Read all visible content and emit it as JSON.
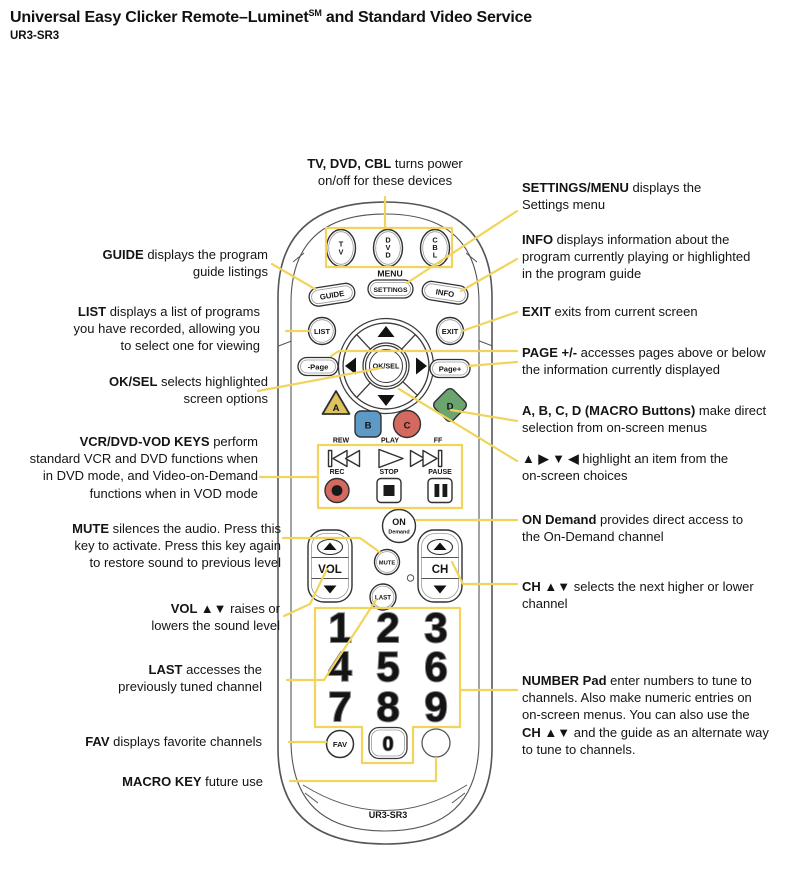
{
  "page": {
    "title_main": "Universal Easy Clicker Remote–Luminet",
    "title_sm": "SM",
    "title_rest": " and Standard Video Service",
    "subtitle": "UR3-SR3"
  },
  "colors": {
    "callout_line": "#F2D45C",
    "btn_a_yellow": "#DEC45F",
    "btn_b_blue": "#5E9AC6",
    "btn_c_red": "#D4695F",
    "btn_d_green": "#6BA46F"
  },
  "remote": {
    "model": "UR3-SR3",
    "menu_label": "MENU",
    "settings": "SETTINGS",
    "guide": "GUIDE",
    "info": "INFO",
    "list": "LIST",
    "exit": "EXIT",
    "page_minus": "-Page",
    "page_plus": "Page+",
    "ok_sel": "OK/SEL",
    "macro_a": "A",
    "macro_b": "B",
    "macro_c": "C",
    "macro_d": "D",
    "devices": [
      {
        "id": "tv",
        "letters": [
          "T",
          "V"
        ]
      },
      {
        "id": "dvd",
        "letters": [
          "D",
          "V",
          "D"
        ]
      },
      {
        "id": "cbl",
        "letters": [
          "C",
          "B",
          "L"
        ]
      }
    ],
    "vcr": {
      "rew": "REW",
      "play": "PLAY",
      "ff": "FF",
      "rec": "REC",
      "stop": "STOP",
      "pause": "PAUSE"
    },
    "on_demand_top": "ON",
    "on_demand_bottom": "Demand",
    "vol": "VOL",
    "ch": "CH",
    "mute": "MUTE",
    "last": "LAST",
    "fav": "FAV",
    "digits": [
      "1",
      "2",
      "3",
      "4",
      "5",
      "6",
      "7",
      "8",
      "9",
      "0"
    ]
  },
  "callouts": {
    "tvdvdcbl": {
      "segments": [
        {
          "b": true,
          "t": "TV, DVD, CBL"
        },
        {
          "b": false,
          "t": " turns power\non/off for these devices"
        }
      ]
    },
    "settings": {
      "segments": [
        {
          "b": true,
          "t": "SETTINGS/MENU"
        },
        {
          "b": false,
          "t": " displays the\nSettings menu"
        }
      ]
    },
    "info": {
      "segments": [
        {
          "b": true,
          "t": "INFO"
        },
        {
          "b": false,
          "t": " displays information about the\nprogram currently playing or highlighted\nin the program guide"
        }
      ]
    },
    "exit": {
      "segments": [
        {
          "b": true,
          "t": "EXIT"
        },
        {
          "b": false,
          "t": " exits from current screen"
        }
      ]
    },
    "page": {
      "segments": [
        {
          "b": true,
          "t": "PAGE +/-"
        },
        {
          "b": false,
          "t": " accesses pages above or below\nthe information currently displayed"
        }
      ]
    },
    "abcd": {
      "segments": [
        {
          "b": true,
          "t": "A, B, C, D (MACRO Buttons)"
        },
        {
          "b": false,
          "t": " make direct\nselection from on-screen menus"
        }
      ]
    },
    "arrows": {
      "segments": [
        {
          "b": true,
          "t": "▲ ▶ ▼ ◀"
        },
        {
          "b": false,
          "t": " highlight an item from the\non-screen choices"
        }
      ]
    },
    "ondemand": {
      "segments": [
        {
          "b": true,
          "t": "ON Demand"
        },
        {
          "b": false,
          "t": " provides direct access to\nthe On-Demand channel"
        }
      ]
    },
    "ch": {
      "segments": [
        {
          "b": true,
          "t": "CH ▲▼"
        },
        {
          "b": false,
          "t": " selects the next higher or lower\nchannel"
        }
      ]
    },
    "number": {
      "segments": [
        {
          "b": true,
          "t": "NUMBER Pad"
        },
        {
          "b": false,
          "t": " enter numbers to tune to\nchannels. Also make numeric entries on\non-screen menus. You can also use the\n"
        },
        {
          "b": true,
          "t": "CH ▲▼"
        },
        {
          "b": false,
          "t": " and the guide as an alternate way\nto tune to channels."
        }
      ]
    },
    "guide": {
      "segments": [
        {
          "b": true,
          "t": "GUIDE"
        },
        {
          "b": false,
          "t": " displays the program\nguide listings"
        }
      ]
    },
    "list": {
      "segments": [
        {
          "b": true,
          "t": "LIST"
        },
        {
          "b": false,
          "t": " displays a list of programs\nyou have recorded, allowing you\nto select one for viewing"
        }
      ]
    },
    "oksel": {
      "segments": [
        {
          "b": true,
          "t": "OK/SEL"
        },
        {
          "b": false,
          "t": " selects highlighted\nscreen options"
        }
      ]
    },
    "vcr": {
      "segments": [
        {
          "b": true,
          "t": "VCR/DVD-VOD KEYS"
        },
        {
          "b": false,
          "t": " perform\nstandard VCR and DVD functions when\nin DVD mode, and Video-on-Demand\nfunctions when in VOD mode"
        }
      ]
    },
    "mute": {
      "segments": [
        {
          "b": true,
          "t": "MUTE"
        },
        {
          "b": false,
          "t": " silences the audio. Press this\nkey to activate. Press this key again\nto restore sound to previous level"
        }
      ]
    },
    "vol": {
      "segments": [
        {
          "b": true,
          "t": "VOL ▲▼"
        },
        {
          "b": false,
          "t": " raises or\nlowers the sound level"
        }
      ]
    },
    "last": {
      "segments": [
        {
          "b": true,
          "t": "LAST"
        },
        {
          "b": false,
          "t": " accesses the\npreviously tuned channel"
        }
      ]
    },
    "fav": {
      "segments": [
        {
          "b": true,
          "t": "FAV"
        },
        {
          "b": false,
          "t": " displays favorite channels"
        }
      ]
    },
    "macro": {
      "segments": [
        {
          "b": true,
          "t": "MACRO KEY"
        },
        {
          "b": false,
          "t": " future use"
        }
      ]
    }
  }
}
